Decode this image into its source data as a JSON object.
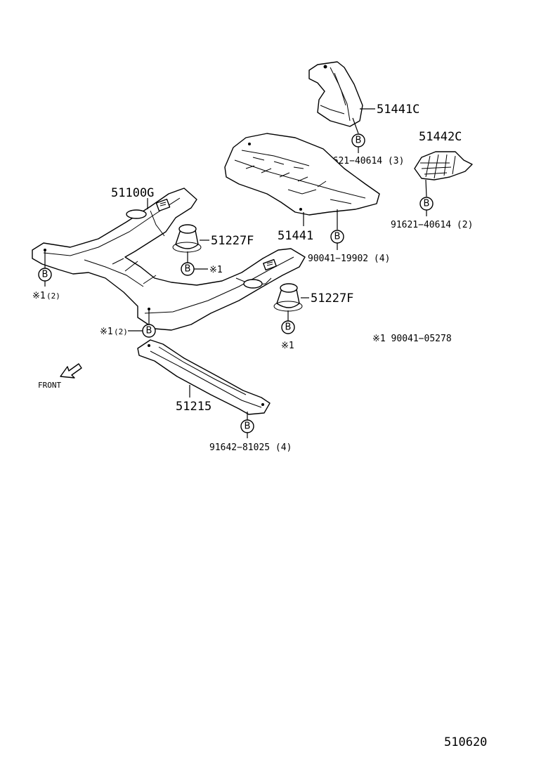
{
  "parts": {
    "p51441C": "51441C",
    "p51442C": "51442C",
    "p51100G": "51100G",
    "p51227F_a": "51227F",
    "p51227F_b": "51227F",
    "p51441": "51441",
    "p51215": "51215"
  },
  "fasteners": {
    "f_51441C": "91621−40614 (3)",
    "f_51442C": "91621−40614 (2)",
    "f_51441": "90041−19902 (4)",
    "f_51215": "91642−81025 (4)"
  },
  "bolt_letter": "B",
  "notes": {
    "ref1_left": "※1",
    "ref1_left_qty": "(2)",
    "ref1_mid": "※1",
    "ref1_mid_qty": "(2)",
    "ref1_mount_a": "※1",
    "ref1_mount_b": "※1",
    "legend": "※1 90041−05278"
  },
  "front_label": "FRONT",
  "diagram_code": "510620"
}
